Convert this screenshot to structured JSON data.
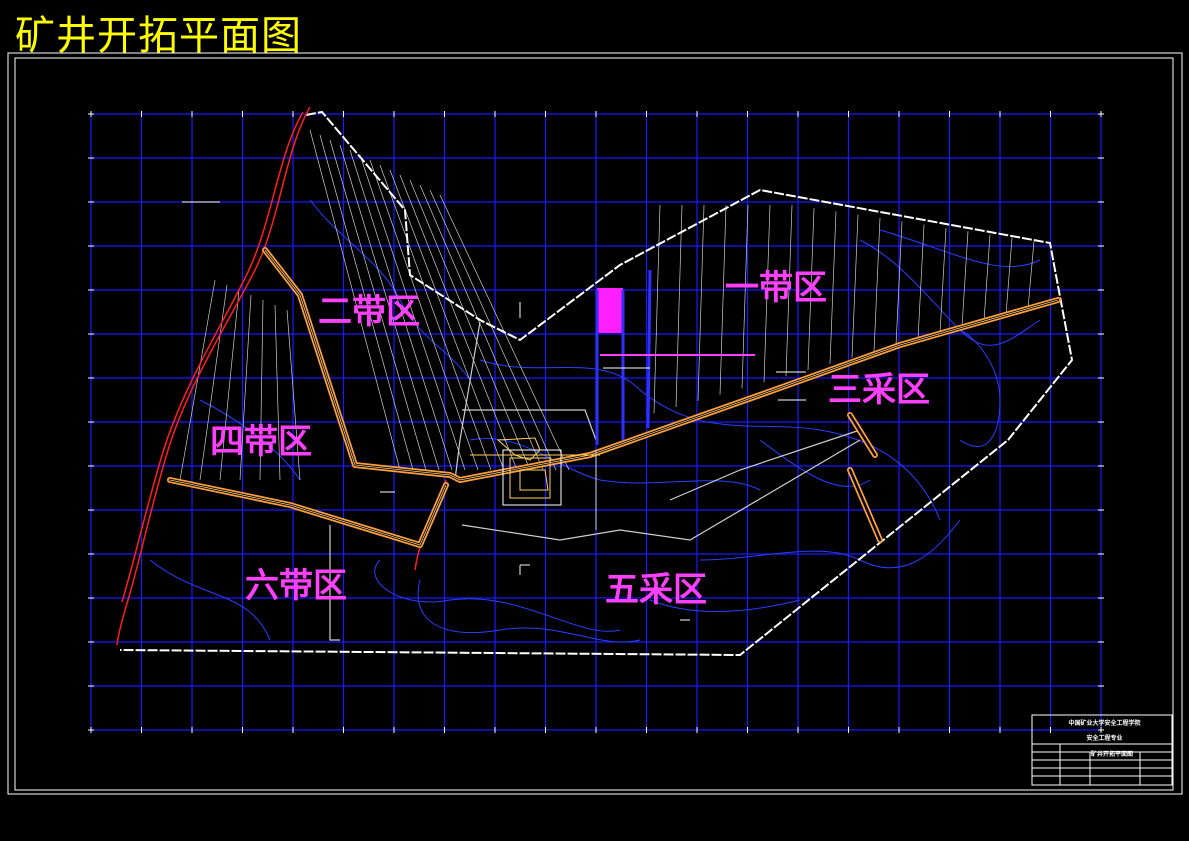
{
  "title": "矿井开拓平面图",
  "zones": {
    "z1": "一带区",
    "z2": "二带区",
    "z3": "三采区",
    "z4": "四带区",
    "z5": "五采区",
    "z6": "六带区"
  },
  "title_block": {
    "school": "中国矿业大学安全工程学院",
    "major": "安全工程专业",
    "drawing_name": "矿井开拓平面图"
  },
  "colors": {
    "background": "#000000",
    "grid": "#1a1aff",
    "boundary": "#ffffff",
    "roadway": "#ffa040",
    "river": "#ff2020",
    "zone_label": "#ff40ff",
    "title": "#ffff00"
  }
}
